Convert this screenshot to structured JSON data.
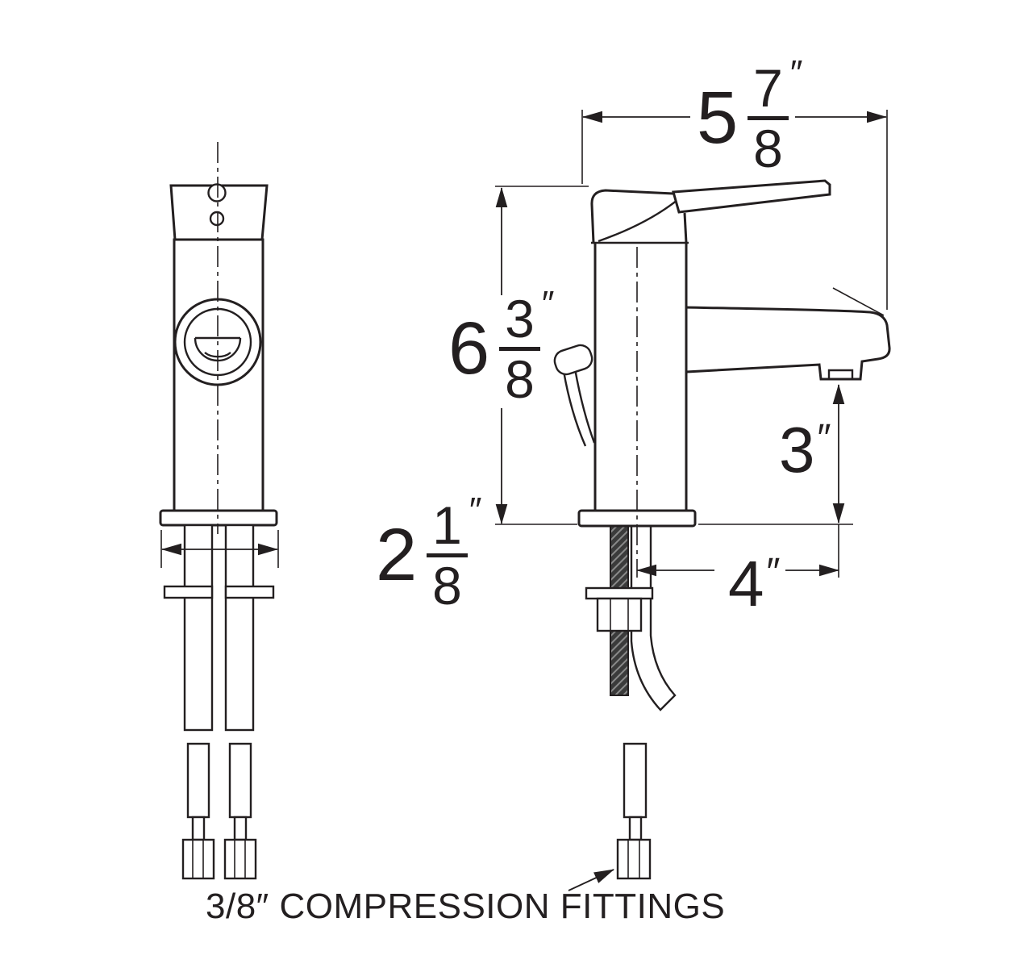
{
  "page": {
    "background": "#ffffff",
    "ink": "#231f20"
  },
  "dimensions": {
    "overall_width": {
      "whole": "5",
      "numerator": "7",
      "denominator": "8",
      "unit": "″"
    },
    "overall_height": {
      "whole": "6",
      "numerator": "3",
      "denominator": "8",
      "unit": "″"
    },
    "base_width": {
      "whole": "2",
      "numerator": "1",
      "denominator": "8",
      "unit": "″"
    },
    "spout_height": {
      "value": "3",
      "unit": "″"
    },
    "spout_reach": {
      "value": "4",
      "unit": "″"
    }
  },
  "labels": {
    "fittings": "3/8″ COMPRESSION FITTINGS"
  }
}
